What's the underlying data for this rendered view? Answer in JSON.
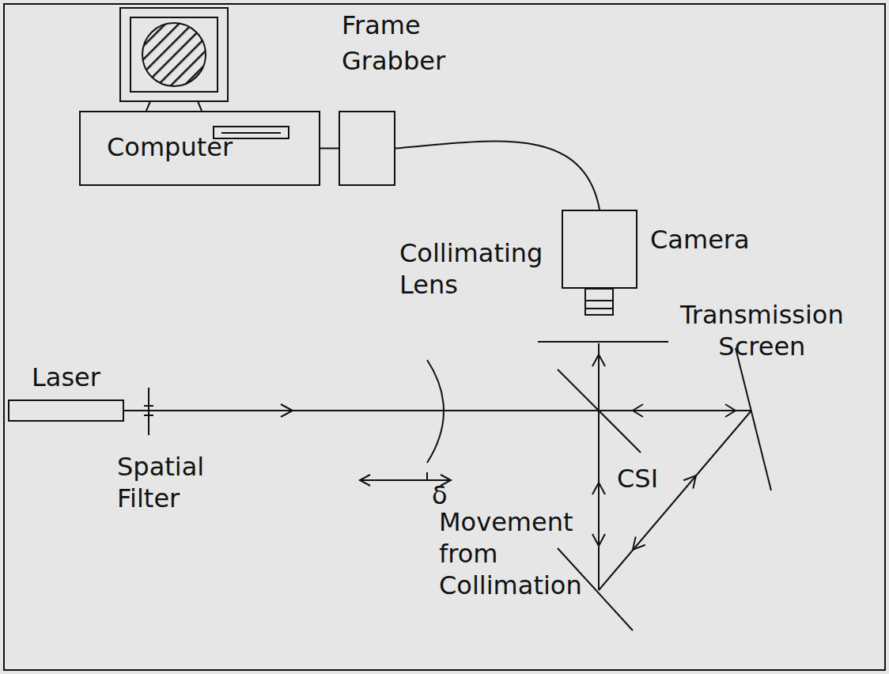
{
  "diagram": {
    "nodes": [
      {
        "text": [
          "Computer"
        ]
      },
      {
        "text": [
          "Frame Grabber"
        ]
      },
      {
        "text": [
          "Camera"
        ]
      },
      {
        "text": [
          "Laser"
        ]
      }
    ],
    "edges": [
      {
        "from": 0,
        "to": 1,
        "arrow": "none"
      },
      {
        "from": 1,
        "to": 2,
        "arrow": "none"
      }
    ],
    "labels": [
      "Collimating Lens",
      "Transmission Screen",
      "Spatial Filter",
      "CSI",
      "δ",
      "Movement from Collimation"
    ]
  }
}
